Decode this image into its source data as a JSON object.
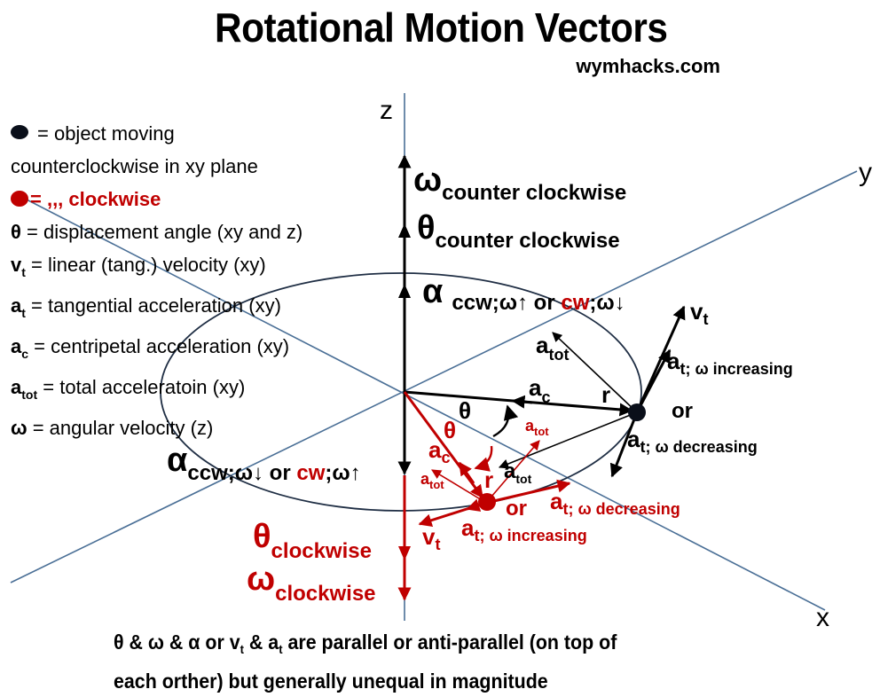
{
  "header": {
    "title": "Rotational Motion Vectors",
    "site": "wymhacks.com"
  },
  "colors": {
    "axis": "#4a6f96",
    "ccw": "#0a0f1a",
    "cw": "#c00000",
    "ellipse": "#1f2e44"
  },
  "axes": {
    "z": "z",
    "y": "y",
    "x": "x"
  },
  "legend": {
    "items": [
      {
        "symbol": "black-dot",
        "key": "",
        "text": "= object moving"
      },
      {
        "symbol": "",
        "key": "",
        "text": "counterclockwise in xy plane"
      },
      {
        "symbol": "red-dot",
        "key": "",
        "text": "= ,,, clockwise"
      },
      {
        "symbol": "",
        "key": "θ",
        "sub": "",
        "text": "= displacement angle (xy and z)"
      },
      {
        "symbol": "",
        "key": "v",
        "sub": "t",
        "text": "= linear (tang.) velocity (xy)"
      },
      {
        "symbol": "",
        "key": "a",
        "sub": "t",
        "text": "= tangential acceleration (xy)"
      },
      {
        "symbol": "",
        "key": "a",
        "sub": "c",
        "text": "= centripetal acceleration (xy)"
      },
      {
        "symbol": "",
        "key": "a",
        "sub": "tot",
        "text": "= total acceleratoin (xy)"
      },
      {
        "symbol": "",
        "key": "ω",
        "sub": "",
        "text": "= angular velocity (z)"
      }
    ]
  },
  "labels": {
    "omega_ccw": {
      "main": "ω",
      "sub": "counter clockwise"
    },
    "theta_ccw": {
      "main": "θ",
      "sub": "counter clockwise"
    },
    "alpha_up": {
      "main": "α",
      "sub_a": "ccw;ω↑ or ",
      "sub_b": "cw",
      "sub_c": ";ω↓"
    },
    "alpha_down": {
      "main": "α",
      "sub_a": "ccw;ω↓ or ",
      "sub_b": "cw",
      "sub_c": ";ω↑"
    },
    "theta_cw": {
      "main": "θ",
      "sub": "clockwise"
    },
    "omega_cw": {
      "main": "ω",
      "sub": "clockwise"
    },
    "black": {
      "vt": {
        "main": "v",
        "sub": "t"
      },
      "at_inc": {
        "main": "a",
        "sub": "t; ω increasing"
      },
      "or": "or",
      "at_dec": {
        "main": "a",
        "sub": "t; ω decreasing"
      },
      "atot_upper": {
        "main": "a",
        "sub": "tot"
      },
      "ac": {
        "main": "a",
        "sub": "c"
      },
      "r": "r",
      "theta": "θ",
      "atot_lower": {
        "main": "a",
        "sub": "tot"
      }
    },
    "red": {
      "theta": "θ",
      "ac": {
        "main": "a",
        "sub": "c"
      },
      "atot_left": {
        "main": "a",
        "sub": "tot"
      },
      "atot_right": {
        "main": "a",
        "sub": "tot"
      },
      "r": "r",
      "or": "or",
      "vt": {
        "main": "v",
        "sub": "t"
      },
      "at_inc": {
        "main": "a",
        "sub": "t; ω increasing"
      },
      "at_dec": {
        "main": "a",
        "sub": "t; ω decreasing"
      }
    }
  },
  "footer": {
    "line1_a": "θ & ω & α or v",
    "line1_sub1": "t",
    "line1_b": " & a",
    "line1_sub2": "t",
    "line1_c": " are parallel or anti-parallel (on top of",
    "line2": "each orther) but generally unequal in magnitude"
  }
}
